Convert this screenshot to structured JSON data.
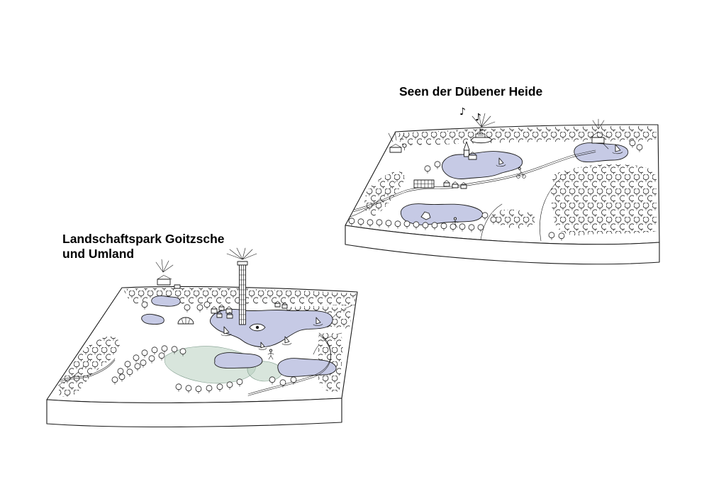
{
  "page": {
    "background_color": "#ffffff",
    "ink_color": "#1a1a1a"
  },
  "diagrams": {
    "dubener_heide": {
      "title": "Seen der Dübener Heide",
      "lake_color": "#c6cae5",
      "notes": [
        "♪",
        "♪"
      ]
    },
    "goitzsche": {
      "title_line1": "Landschaftspark Goitzsche",
      "title_line2": "und Umland",
      "lake_color": "#c6cae5",
      "wetland_color": "#b8cfc0"
    }
  }
}
